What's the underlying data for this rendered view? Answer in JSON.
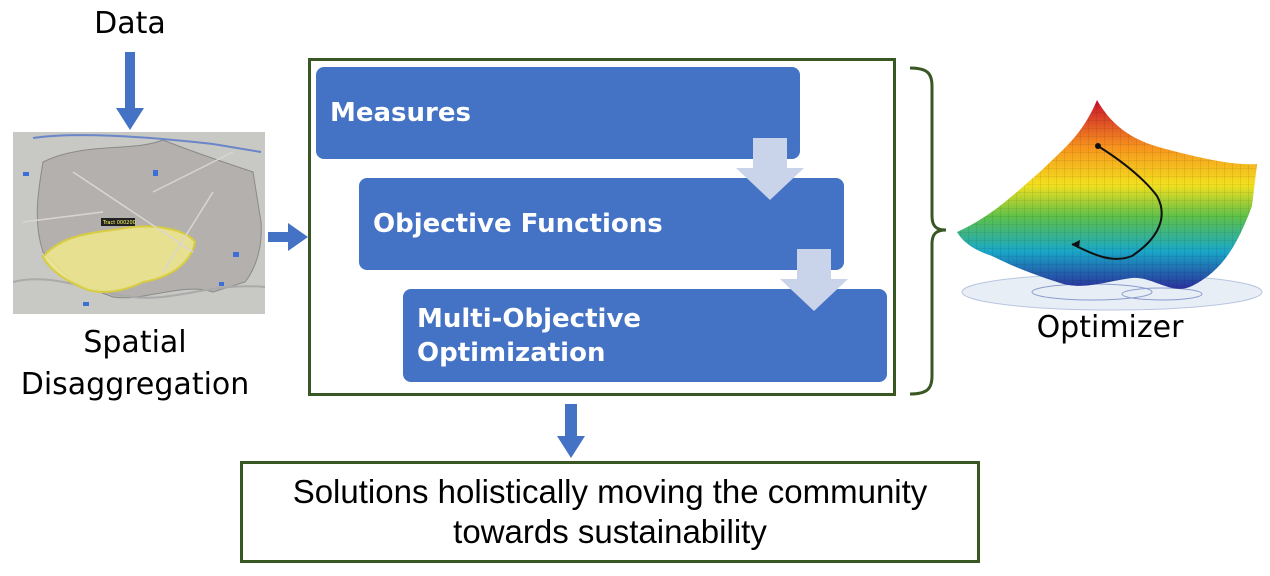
{
  "input": {
    "label": "Data"
  },
  "disaggregation": {
    "label_line1": "Spatial",
    "label_line2": "Disaggregation"
  },
  "map": {
    "tract_label": "Tract 000200"
  },
  "steps": [
    {
      "label_line1": "Measures",
      "label_line2": ""
    },
    {
      "label_line1": "Objective Functions",
      "label_line2": ""
    },
    {
      "label_line1": "Multi-Objective",
      "label_line2": "Optimization"
    }
  ],
  "optimizer": {
    "label": "Optimizer"
  },
  "result": {
    "line1": "Solutions holistically moving the community",
    "line2": "towards sustainability"
  },
  "colors": {
    "step_fill": "#4472c4",
    "arrow": "#4472c4",
    "box_border": "#385723",
    "chevron": "#c9d3ea"
  }
}
